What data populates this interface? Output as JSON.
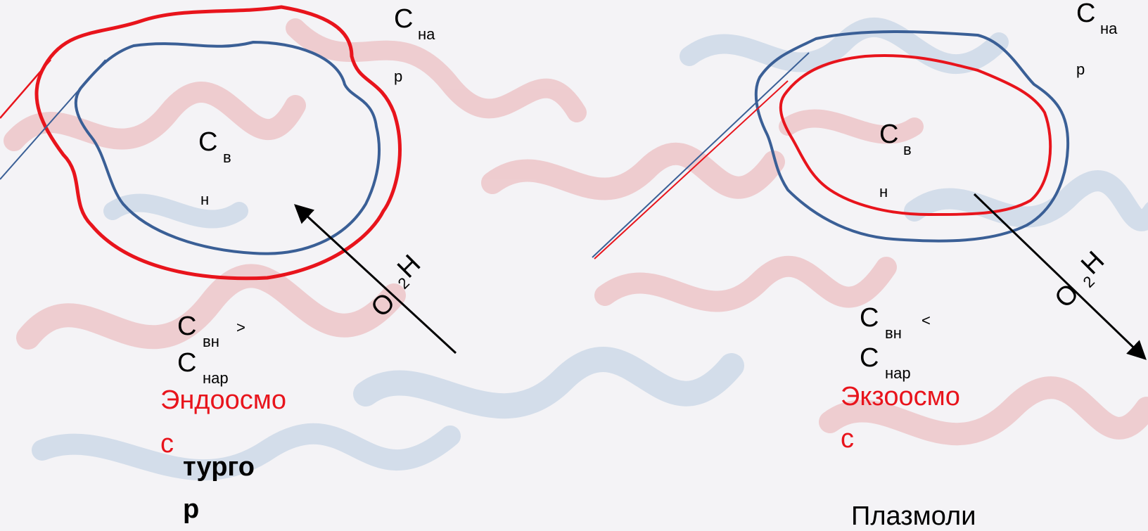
{
  "colors": {
    "outer_wall_left": "#e8141c",
    "inner_membrane_left": "#3a5f96",
    "outer_wall_right": "#3a5f96",
    "inner_membrane_right": "#e8141c",
    "arrow": "#000000",
    "process_text": "#e8141c",
    "background_ribbon_red": "#e06a6e",
    "background_ribbon_blue": "#7fa6cc"
  },
  "left_panel": {
    "c_outside": {
      "main": "C",
      "sub1": "на",
      "sub2": "р"
    },
    "c_inside": {
      "main": "C",
      "sub1": "в",
      "sub2": "н"
    },
    "water": {
      "h": "H",
      "two": "2",
      "o": "O"
    },
    "comparison": {
      "c1": "C",
      "c1_sub": "вн",
      "sign": ">",
      "c2": "C",
      "c2_sub": "нар"
    },
    "process": {
      "line1": "Эндоосмо",
      "line2": "с"
    },
    "result": {
      "line1": "турго",
      "line2": "р"
    }
  },
  "right_panel": {
    "c_outside": {
      "main": "C",
      "sub1": "на",
      "sub2": "р"
    },
    "c_inside": {
      "main": "C",
      "sub1": "в",
      "sub2": "н"
    },
    "water": {
      "h": "H",
      "two": "2",
      "o": "O"
    },
    "comparison": {
      "c1": "C",
      "c1_sub": "вн",
      "sign": "<",
      "c2": "C",
      "c2_sub": "нар"
    },
    "process": {
      "line1": "Экзоосмо",
      "line2": "с"
    },
    "result": {
      "line1": "Плазмоли"
    }
  }
}
